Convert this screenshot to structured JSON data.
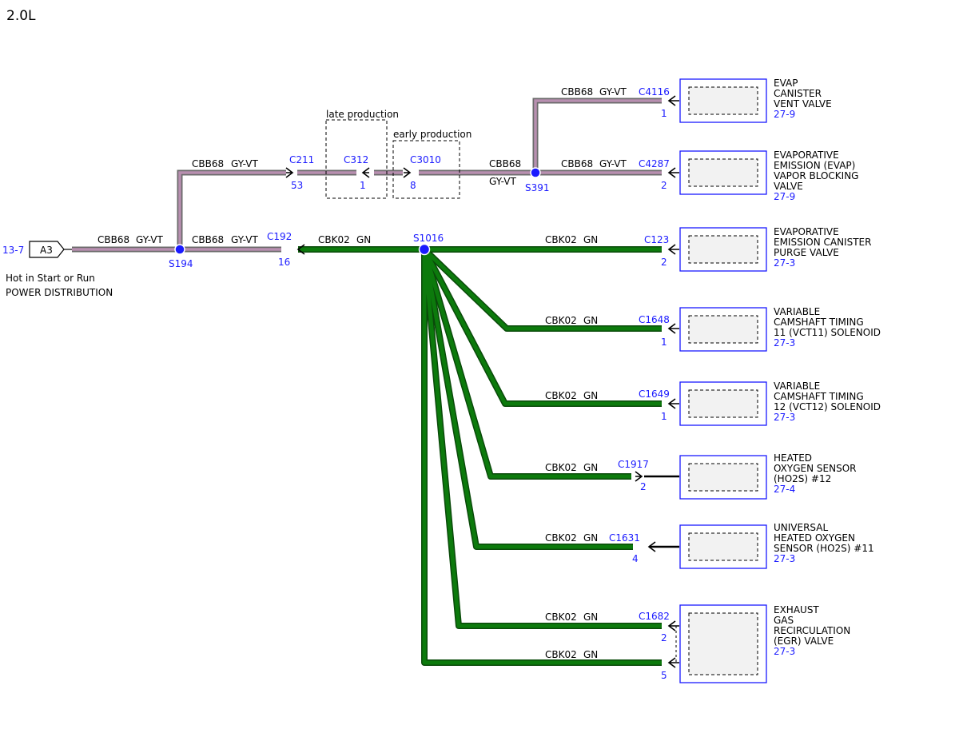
{
  "page": {
    "title": "2.0L"
  },
  "source": {
    "page_ref": "13-7",
    "pin": "A3",
    "line1": "Hot in Start or Run",
    "line2": "POWER DISTRIBUTION"
  },
  "notes": {
    "late": "late production",
    "early": "early production"
  },
  "splices": {
    "s194": "S194",
    "s391": "S391",
    "s1016": "S1016"
  },
  "wires": {
    "w1_circuit": "CBB68",
    "w1_color": "GY-VT",
    "w2_circuit": "CBB68",
    "w2_color": "GY-VT",
    "w3_circuit": "CBB68",
    "w3_color": "GY-VT",
    "w4_circuit": "CBB68",
    "w4_color": "GY-VT",
    "w5_circuit": "CBB68",
    "w5_color": "GY-VT",
    "w6_circuit": "CBB68",
    "w6_color": "GY-VT",
    "w7_circuit": "CBK02",
    "w7_color": "GN"
  },
  "connectors": {
    "c211": "C211",
    "c211_pin": "53",
    "c312": "C312",
    "c312_pin": "1",
    "c3010": "C3010",
    "c3010_pin": "8",
    "c192": "C192",
    "c192_pin": "16"
  },
  "components": [
    {
      "lines": [
        "EVAP",
        "CANISTER",
        "VENT VALVE"
      ],
      "ref": "27-9",
      "connector": "C4116",
      "pin": "1",
      "circuit": "CBB68",
      "color": "GY-VT"
    },
    {
      "lines": [
        "EVAPORATIVE",
        "EMISSION (EVAP)",
        "VAPOR BLOCKING",
        "VALVE"
      ],
      "ref": "27-9",
      "connector": "C4287",
      "pin": "2",
      "circuit": "CBB68",
      "color": "GY-VT"
    },
    {
      "lines": [
        "EVAPORATIVE",
        "EMISSION CANISTER",
        "PURGE VALVE"
      ],
      "ref": "27-3",
      "connector": "C123",
      "pin": "2",
      "circuit": "CBK02",
      "color": "GN"
    },
    {
      "lines": [
        "VARIABLE",
        "CAMSHAFT TIMING",
        "11 (VCT11) SOLENOID"
      ],
      "ref": "27-3",
      "connector": "C1648",
      "pin": "1",
      "circuit": "CBK02",
      "color": "GN"
    },
    {
      "lines": [
        "VARIABLE",
        "CAMSHAFT TIMING",
        "12 (VCT12) SOLENOID"
      ],
      "ref": "27-3",
      "connector": "C1649",
      "pin": "1",
      "circuit": "CBK02",
      "color": "GN"
    },
    {
      "lines": [
        "HEATED",
        "OXYGEN SENSOR",
        "(HO2S) #12"
      ],
      "ref": "27-4",
      "connector": "C1917",
      "pin": "2",
      "circuit": "CBK02",
      "color": "GN"
    },
    {
      "lines": [
        "UNIVERSAL",
        "HEATED OXYGEN",
        "SENSOR (HO2S) #11"
      ],
      "ref": "27-3",
      "connector": "C1631",
      "pin": "4",
      "circuit": "CBK02",
      "color": "GN"
    },
    {
      "lines": [
        "EXHAUST",
        "GAS",
        "RECIRCULATION",
        "(EGR) VALVE"
      ],
      "ref": "27-3",
      "connector": "C1682",
      "pin": "2",
      "pin2": "5",
      "circuit": "CBK02",
      "color": "GN",
      "circuit2": "CBK02",
      "color2": "GN"
    }
  ],
  "colors": {
    "gy_vt_fill": "#b88fb0",
    "gy_vt_edge": "#6b6b6b",
    "gn": "#0c7a0c",
    "gn_edge": "#0a4a0a",
    "blue": "#1a1aff",
    "box_fill": "#f2f2f2"
  }
}
